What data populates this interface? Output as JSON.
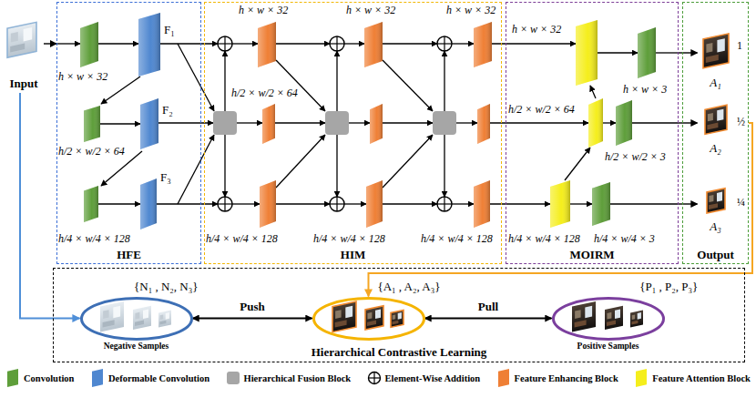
{
  "diagram": {
    "nodes": [
      {
        "text": [
          "Input"
        ]
      },
      {
        "text": [
          "HFE"
        ]
      },
      {
        "text": [
          "HIM"
        ]
      },
      {
        "text": [
          "MOIRM"
        ]
      },
      {
        "text": [
          "Output"
        ]
      },
      {
        "text": [
          "A₁"
        ],
        "in": 4
      },
      {
        "text": [
          "A₂"
        ],
        "in": 4
      },
      {
        "text": [
          "A₃"
        ],
        "in": 4
      },
      {
        "text": [
          "Hierarchical Contrastive Learning"
        ]
      },
      {
        "text": [
          "{N₁ , N₂, N₃}",
          "Negative Samples"
        ],
        "in": 8
      },
      {
        "text": [
          "{A₁ , A₂, A₃}"
        ],
        "in": 8
      },
      {
        "text": [
          "{P₁ , P₂, P₃}",
          "Positive Samples"
        ],
        "in": 8
      }
    ],
    "edges": [
      {
        "from": 0,
        "to": 1,
        "arrow": "to"
      },
      {
        "from": 0,
        "to": 9,
        "arrow": "to"
      },
      {
        "from": 3,
        "to": 5,
        "arrow": "to"
      },
      {
        "from": 3,
        "to": 6,
        "arrow": "to"
      },
      {
        "from": 3,
        "to": 7,
        "arrow": "to"
      },
      {
        "from": 4,
        "to": 10,
        "arrow": "to"
      },
      {
        "from": 9,
        "to": 10,
        "label": "Push",
        "arrow": "both"
      },
      {
        "from": 10,
        "to": 11,
        "label": "Pull",
        "arrow": "both"
      }
    ],
    "labels": [
      "F₁",
      "F₂",
      "F₃",
      "h × w × 32",
      "h/2 × w/2 × 64",
      "h/4 × w/4 × 128",
      "h × w × 32",
      "h × w × 32",
      "h × w × 32",
      "h/2 × w/2 × 64",
      "h/4 × w/4 × 128",
      "h/4 × w/4 × 128",
      "h/4 × w/4 × 128",
      "h × w × 32",
      "h/2 × w/2 × 64",
      "h/4 × w/4 × 128",
      "h × w × 3",
      "h/2 × w/2 × 3",
      "h/4 × w/4 × 3",
      "1",
      "½",
      "¼"
    ],
    "legend": [
      {
        "text": "Convolution",
        "color": "#5e9e3a"
      },
      {
        "text": "Deformable Convolution",
        "color": "#4f87d0"
      },
      {
        "text": "Hierarchical Fusion Block",
        "color": "#a6a6a6"
      },
      {
        "text": "Element-Wise Addition"
      },
      {
        "text": "Feature Enhancing Block",
        "color": "#ef7f35"
      },
      {
        "text": "Feature Attention Block",
        "color": "#f5ee1c"
      }
    ]
  }
}
